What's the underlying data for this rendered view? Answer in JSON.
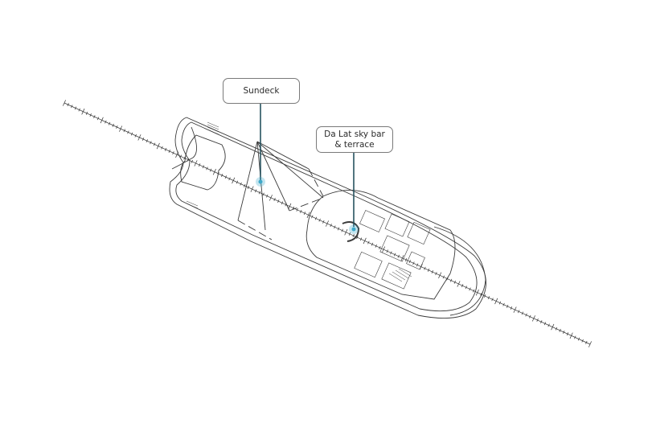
{
  "callouts": {
    "sundeck": {
      "label": "Sundeck"
    },
    "skybar": {
      "line1": "Da Lat sky bar",
      "line2": "& terrace"
    }
  },
  "colors": {
    "leader": "#27525f",
    "marker": "#3fa9c9",
    "hull": "#3a3a3a",
    "callout_border": "#7a7a7a"
  }
}
